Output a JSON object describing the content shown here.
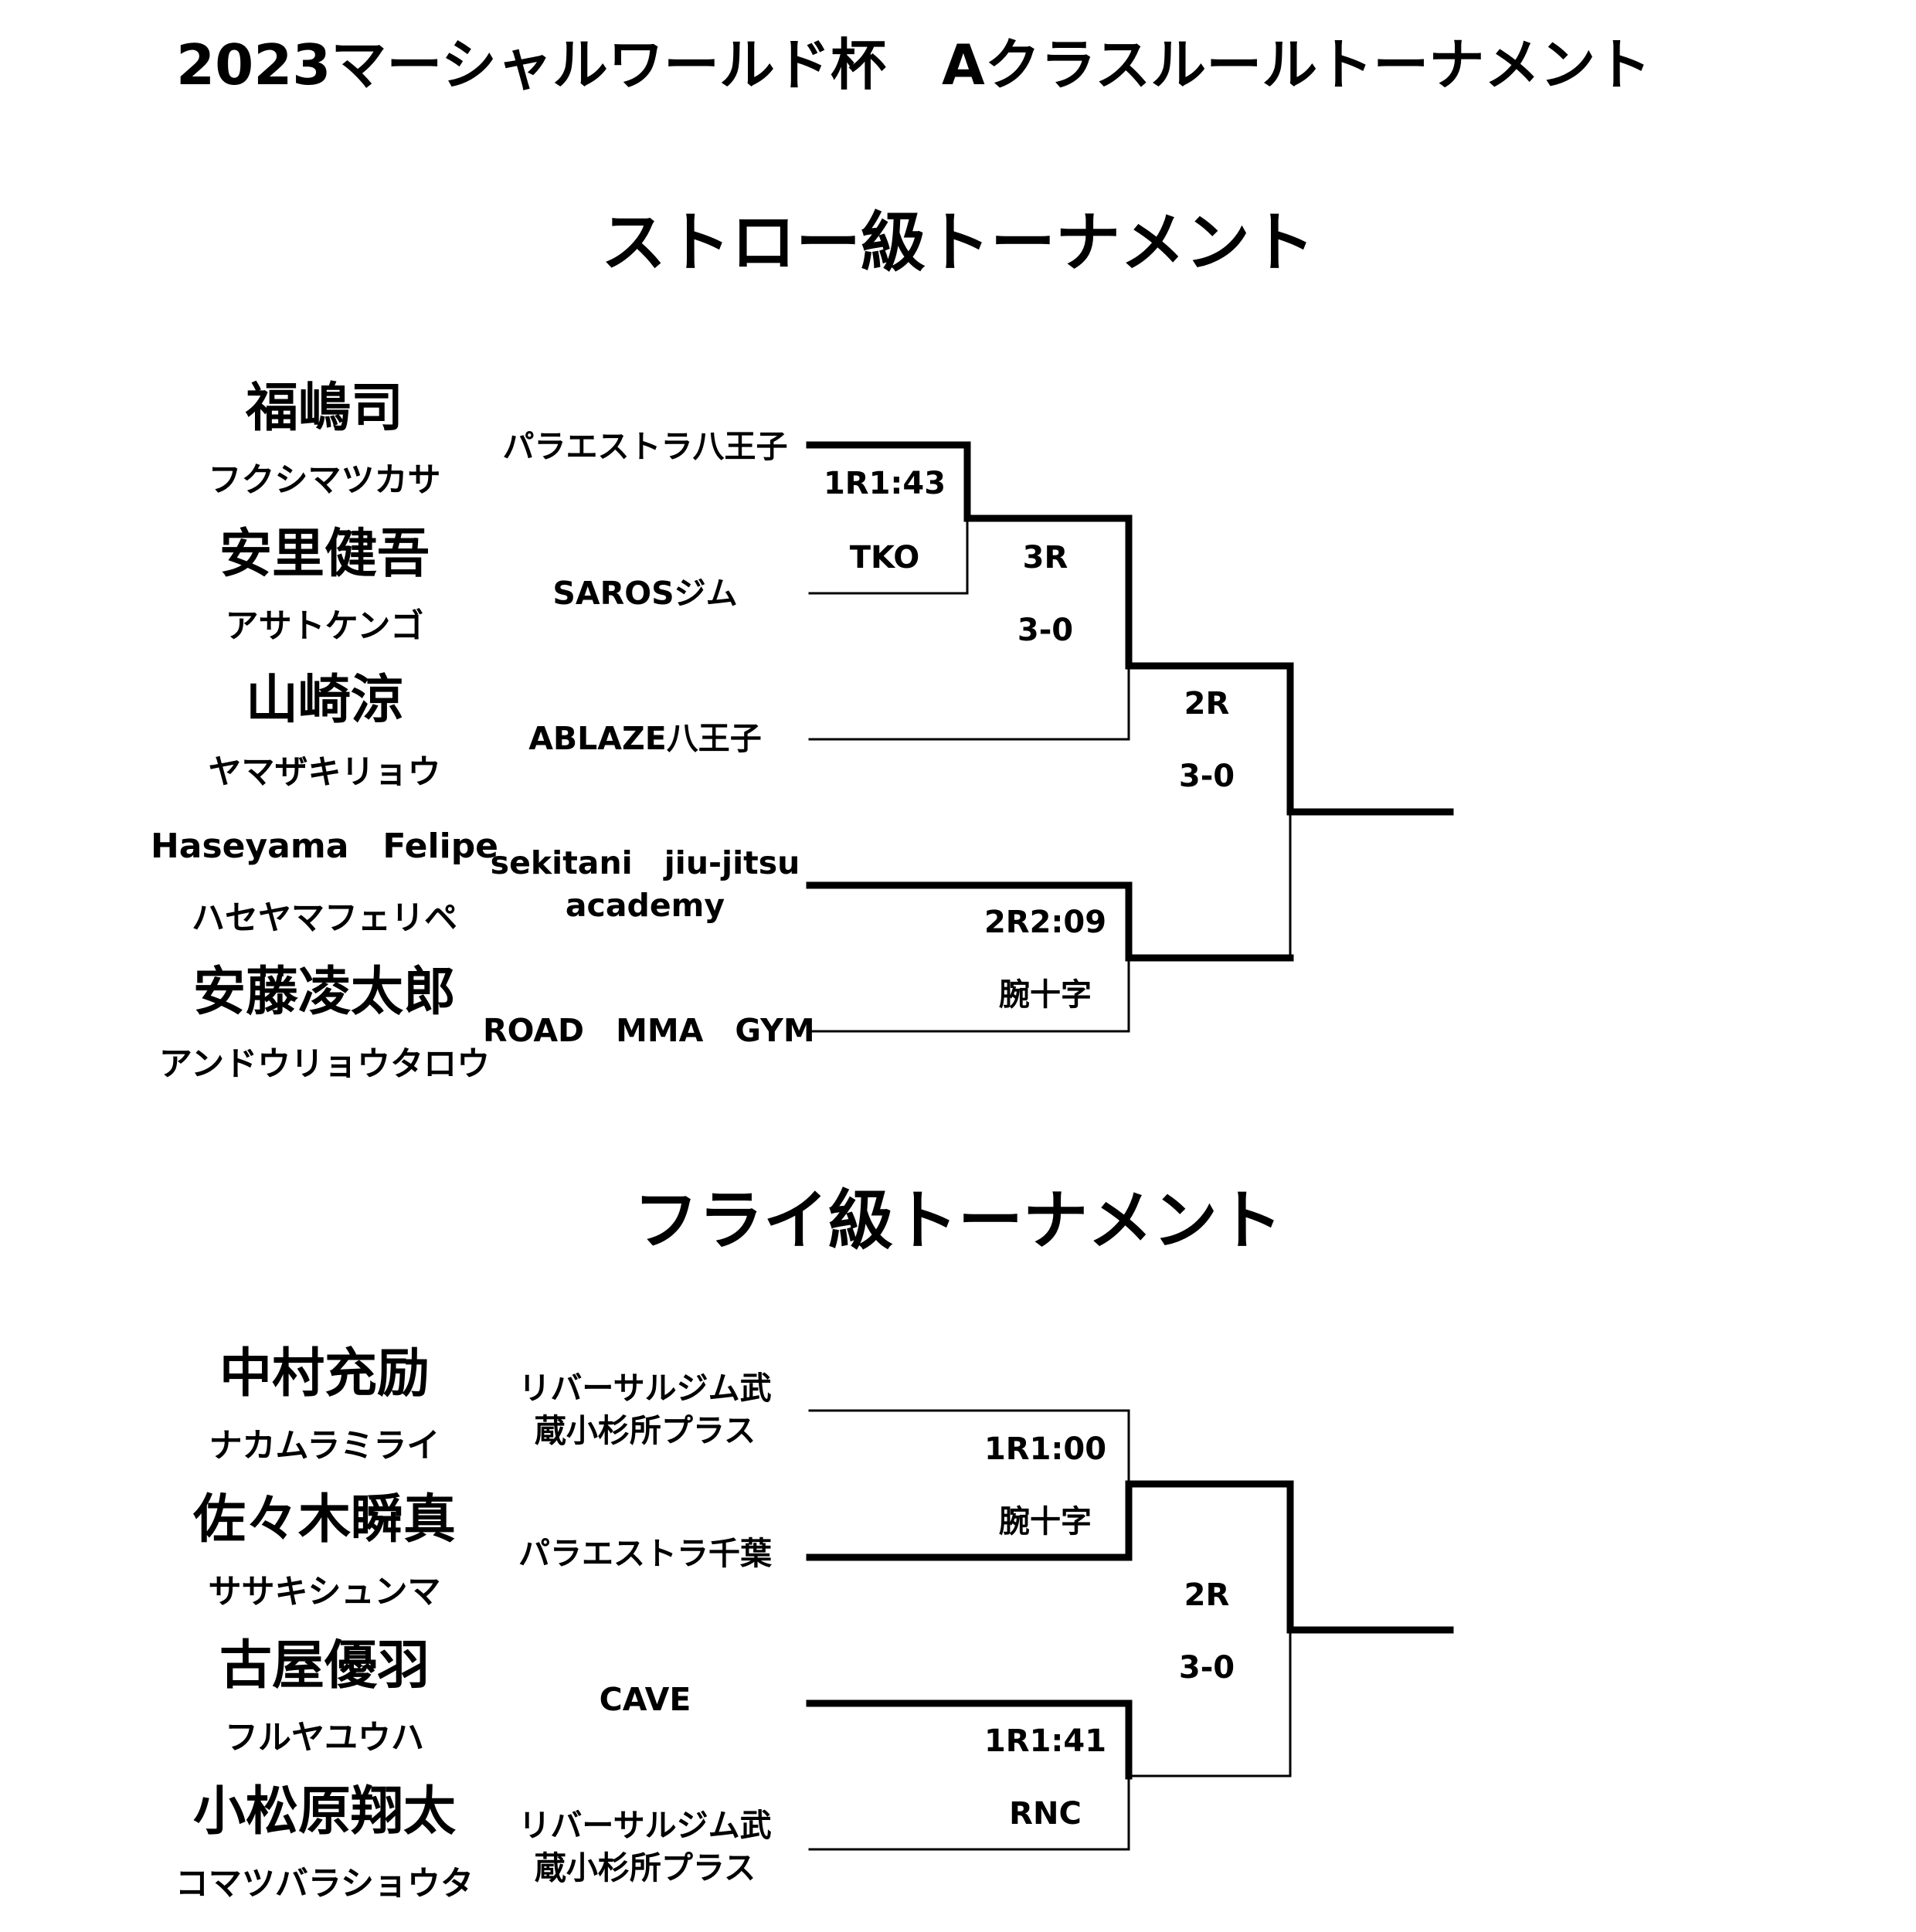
{
  "title": "2023マーシャルワールド杯　Aクラスルールトーナメント",
  "straw": {
    "title": "ストロー級トーナメント",
    "fighters": [
      {
        "name": "福嶋司",
        "kana": "フクシマツカサ",
        "gym": "パラエストラ八王子"
      },
      {
        "name": "安里健吾",
        "kana": "アサトケンゴ",
        "gym": "SAROSジム"
      },
      {
        "name": "山崎涼",
        "kana": "ヤマザキリョウ",
        "gym": "ABLAZE八王子"
      },
      {
        "name": "Haseyama　Felipe",
        "kana": "ハセヤマフェリペ",
        "gym": "sekitani　jiu-jitsu\nacademy"
      },
      {
        "name": "安藤凌太郎",
        "kana": "アンドウリョウタロウ",
        "gym": "ROAD　MMA　GYM"
      }
    ],
    "results": {
      "m1_time": "1R1:43",
      "m1_method": "TKO",
      "m2_round": "3R",
      "m2_score": "3-0",
      "m3_time": "2R2:09",
      "m3_method": "腕十字",
      "m4_round": "2R",
      "m4_score": "3-0"
    }
  },
  "fly": {
    "title": "フライ級トーナメント",
    "fighters": [
      {
        "name": "中村充励",
        "kana": "ナカムラミライ",
        "gym": "リバーサルジム武\n蔵小杉所プラス"
      },
      {
        "name": "佐々木瞬真",
        "kana": "ササキシュンマ",
        "gym": "パラエストラ千葉"
      },
      {
        "name": "古屋優羽",
        "kana": "フルヤユウハ",
        "gym": "CAVE"
      },
      {
        "name": "小松原翔太",
        "kana": "コマツバラショウタ",
        "gym": "リバーサルジム武\n蔵小杉所プラス"
      }
    ],
    "results": {
      "m1_time": "1R1:00",
      "m1_method": "腕十字",
      "m2_time": "1R1:41",
      "m2_method": "RNC",
      "m3_round": "2R",
      "m3_score": "3-0"
    }
  }
}
